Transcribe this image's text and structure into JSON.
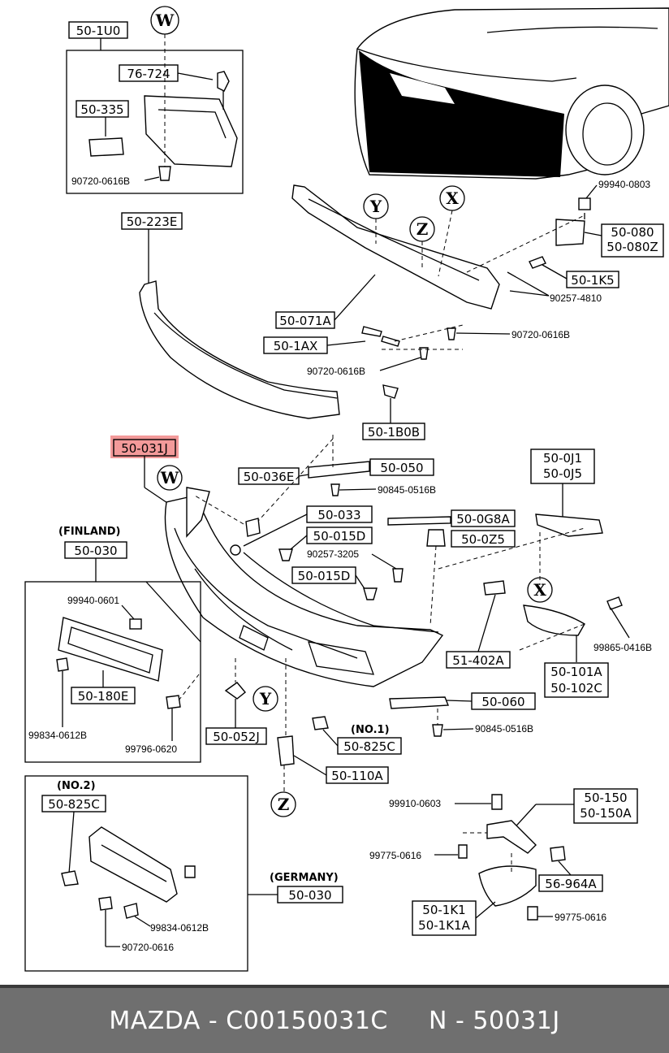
{
  "footer": {
    "text": "MAZDA - C00150031C     N - 50031J"
  },
  "highlight_color": "#f39a9a",
  "letters": {
    "w": "W",
    "y": "Y",
    "z": "Z",
    "x": "X"
  },
  "captions": {
    "finland": "(FINLAND)",
    "germany": "(GERMANY)",
    "no1": "(NO.1)",
    "no2": "(NO.2)"
  },
  "labels": {
    "p50_1u0": "50-1U0",
    "p76_724": "76-724",
    "p50_335": "50-335",
    "p90720_0616b_a": "90720-0616B",
    "p50_223e": "50-223E",
    "p99940_0803": "99940-0803",
    "p50_080": "50-080",
    "p50_080z": "50-080Z",
    "p50_1k5": "50-1K5",
    "p90257_4810": "90257-4810",
    "p50_071a": "50-071A",
    "p50_1ax": "50-1AX",
    "p90720_0616b_b": "90720-0616B",
    "p90720_0616b_c": "90720-0616B",
    "p50_1b0b": "50-1B0B",
    "p50_031j": "50-031J",
    "p50_036e": "50-036E",
    "p50_050": "50-050",
    "p90845_0516b_a": "90845-0516B",
    "p50_0j1": "50-0J1",
    "p50_0j5": "50-0J5",
    "p50_033": "50-033",
    "p50_015d_a": "50-015D",
    "p50_0g8a": "50-0G8A",
    "p50_0z5": "50-0Z5",
    "p90257_3205": "90257-3205",
    "p50_015d_b": "50-015D",
    "p50_030_a": "50-030",
    "p99940_0601": "99940-0601",
    "p50_180e": "50-180E",
    "p99834_0612b_a": "99834-0612B",
    "p99796_0620": "99796-0620",
    "p51_402a": "51-402A",
    "p99865_0416b": "99865-0416B",
    "p50_101a": "50-101A",
    "p50_102c": "50-102C",
    "p50_060": "50-060",
    "p90845_0516b_b": "90845-0516B",
    "p50_825c_a": "50-825C",
    "p50_052j": "50-052J",
    "p50_110a": "50-110A",
    "p50_825c_b": "50-825C",
    "p99910_0603": "99910-0603",
    "p50_150": "50-150",
    "p50_150a": "50-150A",
    "p99775_0616_a": "99775-0616",
    "p56_964a": "56-964A",
    "p50_1k1": "50-1K1",
    "p50_1k1a": "50-1K1A",
    "p99775_0616_b": "99775-0616",
    "p50_030_b": "50-030",
    "p99834_0612b_b": "99834-0612B",
    "p90720_0616": "90720-0616"
  }
}
